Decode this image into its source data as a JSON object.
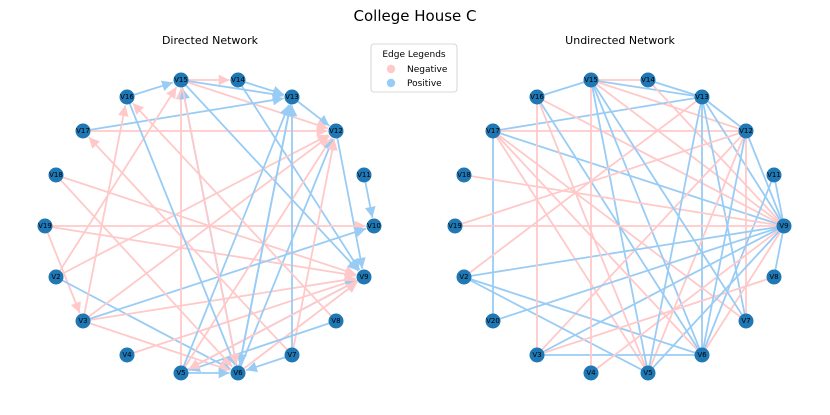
{
  "figure": {
    "title": "College House C"
  },
  "legend": {
    "title": "Edge Legends",
    "entries": [
      {
        "label": "Negative",
        "color": "#ffc9c9"
      },
      {
        "label": "Positive",
        "color": "#99ccf5"
      }
    ]
  },
  "colors": {
    "negative": "#ffc9c9",
    "positive": "#99ccf5",
    "node": "#1f77b4"
  },
  "directed": {
    "subtitle": "Directed Network",
    "nodes": [
      "V2",
      "V3",
      "V4",
      "V5",
      "V6",
      "V7",
      "V8",
      "V9",
      "V10",
      "V11",
      "V12",
      "V13",
      "V14",
      "V15",
      "V16",
      "V17",
      "V18",
      "V19"
    ],
    "edges": [
      {
        "from": "V15",
        "to": "V14",
        "sign": "negative"
      },
      {
        "from": "V14",
        "to": "V13",
        "sign": "positive"
      },
      {
        "from": "V15",
        "to": "V13",
        "sign": "positive"
      },
      {
        "from": "V16",
        "to": "V15",
        "sign": "positive"
      },
      {
        "from": "V13",
        "to": "V12",
        "sign": "positive"
      },
      {
        "from": "V15",
        "to": "V12",
        "sign": "negative"
      },
      {
        "from": "V17",
        "to": "V13",
        "sign": "positive"
      },
      {
        "from": "V17",
        "to": "V12",
        "sign": "negative"
      },
      {
        "from": "V11",
        "to": "V10",
        "sign": "positive"
      },
      {
        "from": "V12",
        "to": "V9",
        "sign": "positive"
      },
      {
        "from": "V15",
        "to": "V9",
        "sign": "positive"
      },
      {
        "from": "V14",
        "to": "V9",
        "sign": "positive"
      },
      {
        "from": "V18",
        "to": "V9",
        "sign": "negative"
      },
      {
        "from": "V19",
        "to": "V10",
        "sign": "negative"
      },
      {
        "from": "V19",
        "to": "V9",
        "sign": "negative"
      },
      {
        "from": "V19",
        "to": "V3",
        "sign": "negative"
      },
      {
        "from": "V2",
        "to": "V12",
        "sign": "negative"
      },
      {
        "from": "V2",
        "to": "V6",
        "sign": "positive"
      },
      {
        "from": "V2",
        "to": "V15",
        "sign": "negative"
      },
      {
        "from": "V3",
        "to": "V16",
        "sign": "negative"
      },
      {
        "from": "V3",
        "to": "V12",
        "sign": "negative"
      },
      {
        "from": "V3",
        "to": "V9",
        "sign": "negative"
      },
      {
        "from": "V3",
        "to": "V6",
        "sign": "negative"
      },
      {
        "from": "V3",
        "to": "V10",
        "sign": "positive"
      },
      {
        "from": "V4",
        "to": "V9",
        "sign": "negative"
      },
      {
        "from": "V5",
        "to": "V15",
        "sign": "negative"
      },
      {
        "from": "V5",
        "to": "V13",
        "sign": "positive"
      },
      {
        "from": "V5",
        "to": "V12",
        "sign": "negative"
      },
      {
        "from": "V5",
        "to": "V9",
        "sign": "positive"
      },
      {
        "from": "V5",
        "to": "V6",
        "sign": "positive"
      },
      {
        "from": "V6",
        "to": "V13",
        "sign": "positive"
      },
      {
        "from": "V6",
        "to": "V12",
        "sign": "positive"
      },
      {
        "from": "V6",
        "to": "V9",
        "sign": "negative"
      },
      {
        "from": "V6",
        "to": "V15",
        "sign": "positive"
      },
      {
        "from": "V7",
        "to": "V13",
        "sign": "positive"
      },
      {
        "from": "V7",
        "to": "V12",
        "sign": "negative"
      },
      {
        "from": "V7",
        "to": "V17",
        "sign": "negative"
      },
      {
        "from": "V7",
        "to": "V6",
        "sign": "positive"
      },
      {
        "from": "V8",
        "to": "V16",
        "sign": "negative"
      },
      {
        "from": "V8",
        "to": "V5",
        "sign": "positive"
      },
      {
        "from": "V9",
        "to": "V5",
        "sign": "negative"
      },
      {
        "from": "V18",
        "to": "V6",
        "sign": "negative"
      },
      {
        "from": "V16",
        "to": "V6",
        "sign": "positive"
      },
      {
        "from": "V13",
        "to": "V6",
        "sign": "positive"
      },
      {
        "from": "V15",
        "to": "V6",
        "sign": "negative"
      }
    ]
  },
  "undirected": {
    "subtitle": "Undirected Network",
    "nodes": [
      "V2",
      "V3",
      "V4",
      "V5",
      "V6",
      "V7",
      "V8",
      "V9",
      "V11",
      "V12",
      "V13",
      "V14",
      "V15",
      "V16",
      "V17",
      "V18",
      "V19",
      "V20"
    ],
    "edges": [
      {
        "a": "V15",
        "b": "V14",
        "sign": "negative"
      },
      {
        "a": "V14",
        "b": "V13",
        "sign": "positive"
      },
      {
        "a": "V15",
        "b": "V13",
        "sign": "positive"
      },
      {
        "a": "V16",
        "b": "V15",
        "sign": "positive"
      },
      {
        "a": "V13",
        "b": "V12",
        "sign": "positive"
      },
      {
        "a": "V15",
        "b": "V12",
        "sign": "negative"
      },
      {
        "a": "V17",
        "b": "V13",
        "sign": "positive"
      },
      {
        "a": "V17",
        "b": "V12",
        "sign": "negative"
      },
      {
        "a": "V17",
        "b": "V9",
        "sign": "positive"
      },
      {
        "a": "V17",
        "b": "V20",
        "sign": "positive"
      },
      {
        "a": "V17",
        "b": "V7",
        "sign": "negative"
      },
      {
        "a": "V17",
        "b": "V5",
        "sign": "negative"
      },
      {
        "a": "V16",
        "b": "V9",
        "sign": "negative"
      },
      {
        "a": "V16",
        "b": "V6",
        "sign": "positive"
      },
      {
        "a": "V15",
        "b": "V9",
        "sign": "negative"
      },
      {
        "a": "V15",
        "b": "V6",
        "sign": "positive"
      },
      {
        "a": "V15",
        "b": "V5",
        "sign": "positive"
      },
      {
        "a": "V14",
        "b": "V9",
        "sign": "negative"
      },
      {
        "a": "V13",
        "b": "V9",
        "sign": "positive"
      },
      {
        "a": "V13",
        "b": "V6",
        "sign": "positive"
      },
      {
        "a": "V13",
        "b": "V7",
        "sign": "positive"
      },
      {
        "a": "V12",
        "b": "V9",
        "sign": "positive"
      },
      {
        "a": "V12",
        "b": "V5",
        "sign": "negative"
      },
      {
        "a": "V12",
        "b": "V3",
        "sign": "negative"
      },
      {
        "a": "V12",
        "b": "V7",
        "sign": "negative"
      },
      {
        "a": "V11",
        "b": "V9",
        "sign": "positive"
      },
      {
        "a": "V11",
        "b": "V6",
        "sign": "positive"
      },
      {
        "a": "V18",
        "b": "V9",
        "sign": "negative"
      },
      {
        "a": "V19",
        "b": "V9",
        "sign": "negative"
      },
      {
        "a": "V19",
        "b": "V12",
        "sign": "negative"
      },
      {
        "a": "V2",
        "b": "V9",
        "sign": "positive"
      },
      {
        "a": "V2",
        "b": "V6",
        "sign": "positive"
      },
      {
        "a": "V2",
        "b": "V13",
        "sign": "negative"
      },
      {
        "a": "V2",
        "b": "V5",
        "sign": "positive"
      },
      {
        "a": "V3",
        "b": "V9",
        "sign": "positive"
      },
      {
        "a": "V3",
        "b": "V16",
        "sign": "negative"
      },
      {
        "a": "V3",
        "b": "V8",
        "sign": "negative"
      },
      {
        "a": "V3",
        "b": "V6",
        "sign": "positive"
      },
      {
        "a": "V4",
        "b": "V9",
        "sign": "negative"
      },
      {
        "a": "V4",
        "b": "V15",
        "sign": "negative"
      },
      {
        "a": "V5",
        "b": "V9",
        "sign": "positive"
      },
      {
        "a": "V5",
        "b": "V13",
        "sign": "positive"
      },
      {
        "a": "V5",
        "b": "V16",
        "sign": "negative"
      },
      {
        "a": "V6",
        "b": "V9",
        "sign": "negative"
      },
      {
        "a": "V6",
        "b": "V12",
        "sign": "positive"
      },
      {
        "a": "V7",
        "b": "V15",
        "sign": "positive"
      },
      {
        "a": "V8",
        "b": "V9",
        "sign": "positive"
      },
      {
        "a": "V20",
        "b": "V9",
        "sign": "positive"
      },
      {
        "a": "V17",
        "b": "V6",
        "sign": "negative"
      }
    ]
  }
}
